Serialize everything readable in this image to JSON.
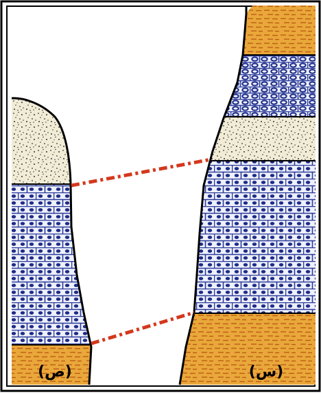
{
  "figure": {
    "description_labels": {
      "left_column": "(ص)",
      "right_column": "(س)"
    },
    "columns": [
      {
        "id": "left",
        "label_ref": "left_column",
        "layers_top_to_bottom": [
          "sandstone",
          "limestone",
          "shale"
        ]
      },
      {
        "id": "right",
        "label_ref": "right_column",
        "layers_top_to_bottom": [
          "shale",
          "limestone",
          "sandstone",
          "limestone",
          "shale"
        ]
      }
    ],
    "correlation_lines": 2,
    "colors": {
      "border": "#000000",
      "sandstone_bg": "#f1ecd6",
      "sandstone_dot": "#3a3530",
      "limestone_bg": "#eef0fb",
      "limestone_line": "#2b3c9a",
      "limestone_oval": "#1d2c86",
      "shale_bg": "#e9a83a",
      "shale_dash": "#c05a17",
      "correlation": "#d4381d"
    }
  }
}
